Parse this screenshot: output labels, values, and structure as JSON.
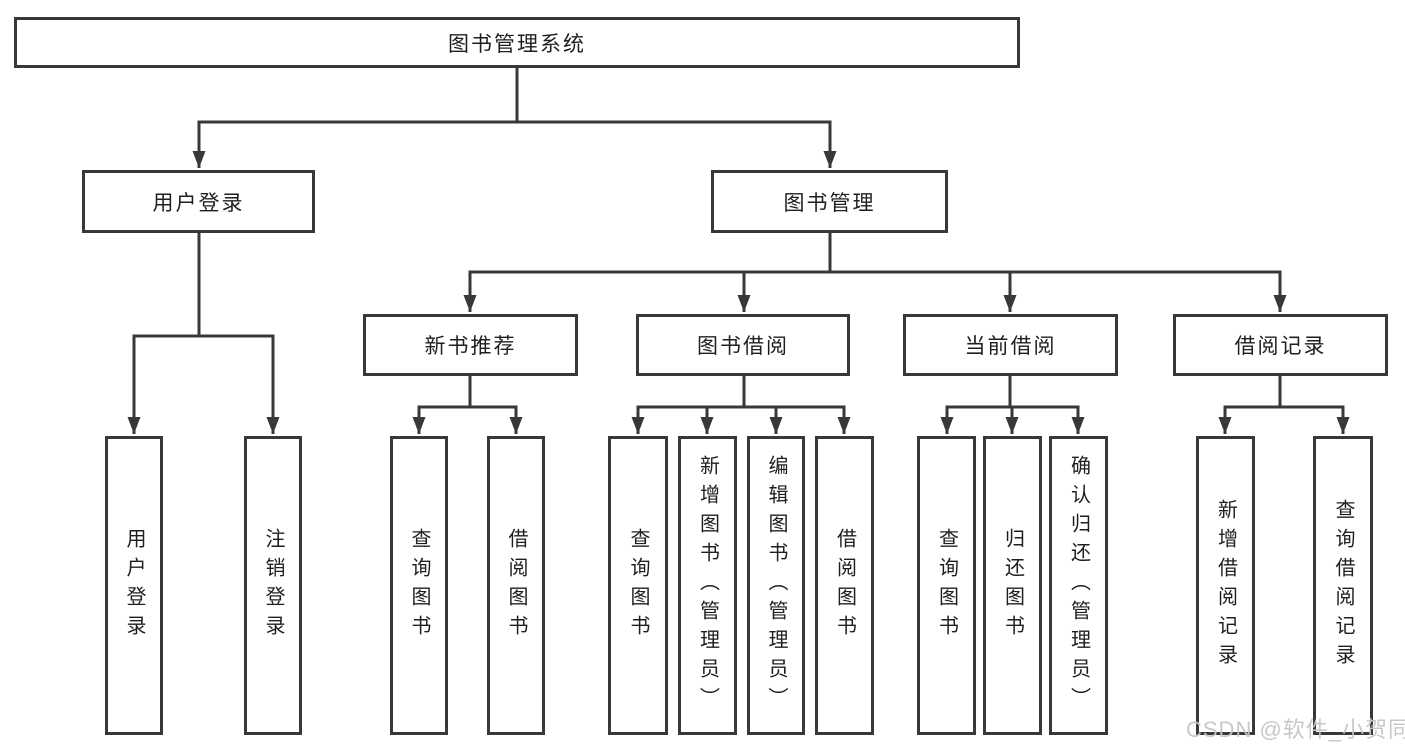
{
  "diagram": {
    "title": "图书管理系统",
    "level2": {
      "user_login": "用户登录",
      "book_management": "图书管理"
    },
    "level3": {
      "new_book_recommend": "新书推荐",
      "book_borrow": "图书借阅",
      "current_borrow": "当前借阅",
      "borrow_records": "借阅记录"
    },
    "leaves": {
      "user_login": "用户登录",
      "logout": "注销登录",
      "query_book_a": "查询图书",
      "borrow_book_a": "借阅图书",
      "query_book_b": "查询图书",
      "add_book_admin": "新增图书（管理员）",
      "edit_book_admin": "编辑图书（管理员）",
      "borrow_book_b": "借阅图书",
      "query_book_c": "查询图书",
      "return_book": "归还图书",
      "confirm_return_admin": "确认归还（管理员）",
      "add_borrow_record": "新增借阅记录",
      "query_borrow_record": "查询借阅记录"
    },
    "watermark": "CSDN @软件_小贺同学"
  },
  "colors": {
    "line": "#383838",
    "box_border": "#383838",
    "text": "#1f1f1f",
    "watermark": "#c6c6c6",
    "background": "#ffffff"
  }
}
